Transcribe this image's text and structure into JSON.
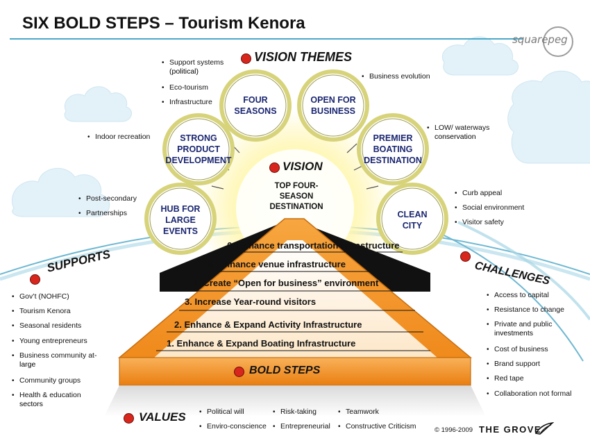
{
  "title": "SIX BOLD STEPS – Tourism Kenora",
  "logo": "squarepeg",
  "vision_themes_heading": "VISION THEMES",
  "vision": {
    "heading": "VISION",
    "text": "TOP FOUR-\nSEASON\nDESTINATION"
  },
  "themes": [
    {
      "label": "FOUR\nSEASONS"
    },
    {
      "label": "OPEN FOR\nBUSINESS"
    },
    {
      "label": "STRONG\nPRODUCT\nDEVELOPMENT"
    },
    {
      "label": "PREMIER\nBOATING\nDESTINATION"
    },
    {
      "label": "HUB FOR\nLARGE EVENTS"
    },
    {
      "label": "CLEAN\nCITY"
    }
  ],
  "theme_notes": {
    "four_seasons": [
      "Support systems",
      "(political)",
      "Eco-tourism",
      "Infrastructure"
    ],
    "open_for_business": [
      "Business evolution"
    ],
    "strong_product": [
      "Indoor recreation"
    ],
    "premier_boating": [
      "LOW/ waterways",
      "conservation"
    ],
    "hub_events": [
      "Post-secondary",
      "Partnerships"
    ],
    "clean_city": [
      "Curb appeal",
      "Social environment",
      "Visitor safety"
    ]
  },
  "steps": [
    "6. Enhance transportation infrastructure",
    "5. Enhance venue infrastructure",
    "4. Create “Open for business” environment",
    "3. Increase Year-round visitors",
    "2. Enhance & Expand Activity Infrastructure",
    "1. Enhance & Expand Boating Infrastructure"
  ],
  "bold_steps_heading": "BOLD STEPS",
  "supports": {
    "heading": "SUPPORTS",
    "items": [
      "Gov’t (NOHFC)",
      "Tourism Kenora",
      "Seasonal residents",
      "Young entrepreneurs",
      "Business community at-",
      "large",
      "Community groups",
      "Health & education",
      "sectors"
    ]
  },
  "challenges": {
    "heading": "CHALLENGES",
    "items": [
      "Access to capital",
      "Resistance to change",
      "Private and public",
      "investments",
      "Cost of business",
      "Brand support",
      "Red tape",
      "Collaboration not formal"
    ]
  },
  "values": {
    "heading": "VALUES",
    "col1": [
      "Political will",
      "Enviro-conscience"
    ],
    "col2": [
      "Risk-taking",
      "Entrepreneurial"
    ],
    "col3": [
      "Teamwork",
      "Constructive Criticism"
    ]
  },
  "copyright": "© 1996-2009",
  "publisher": "THE GROVE",
  "colors": {
    "accent_blue": "#1a2670",
    "red_dot": "#d8261c",
    "orange": "#f29a2e",
    "line_teal": "#4aa8c8"
  }
}
